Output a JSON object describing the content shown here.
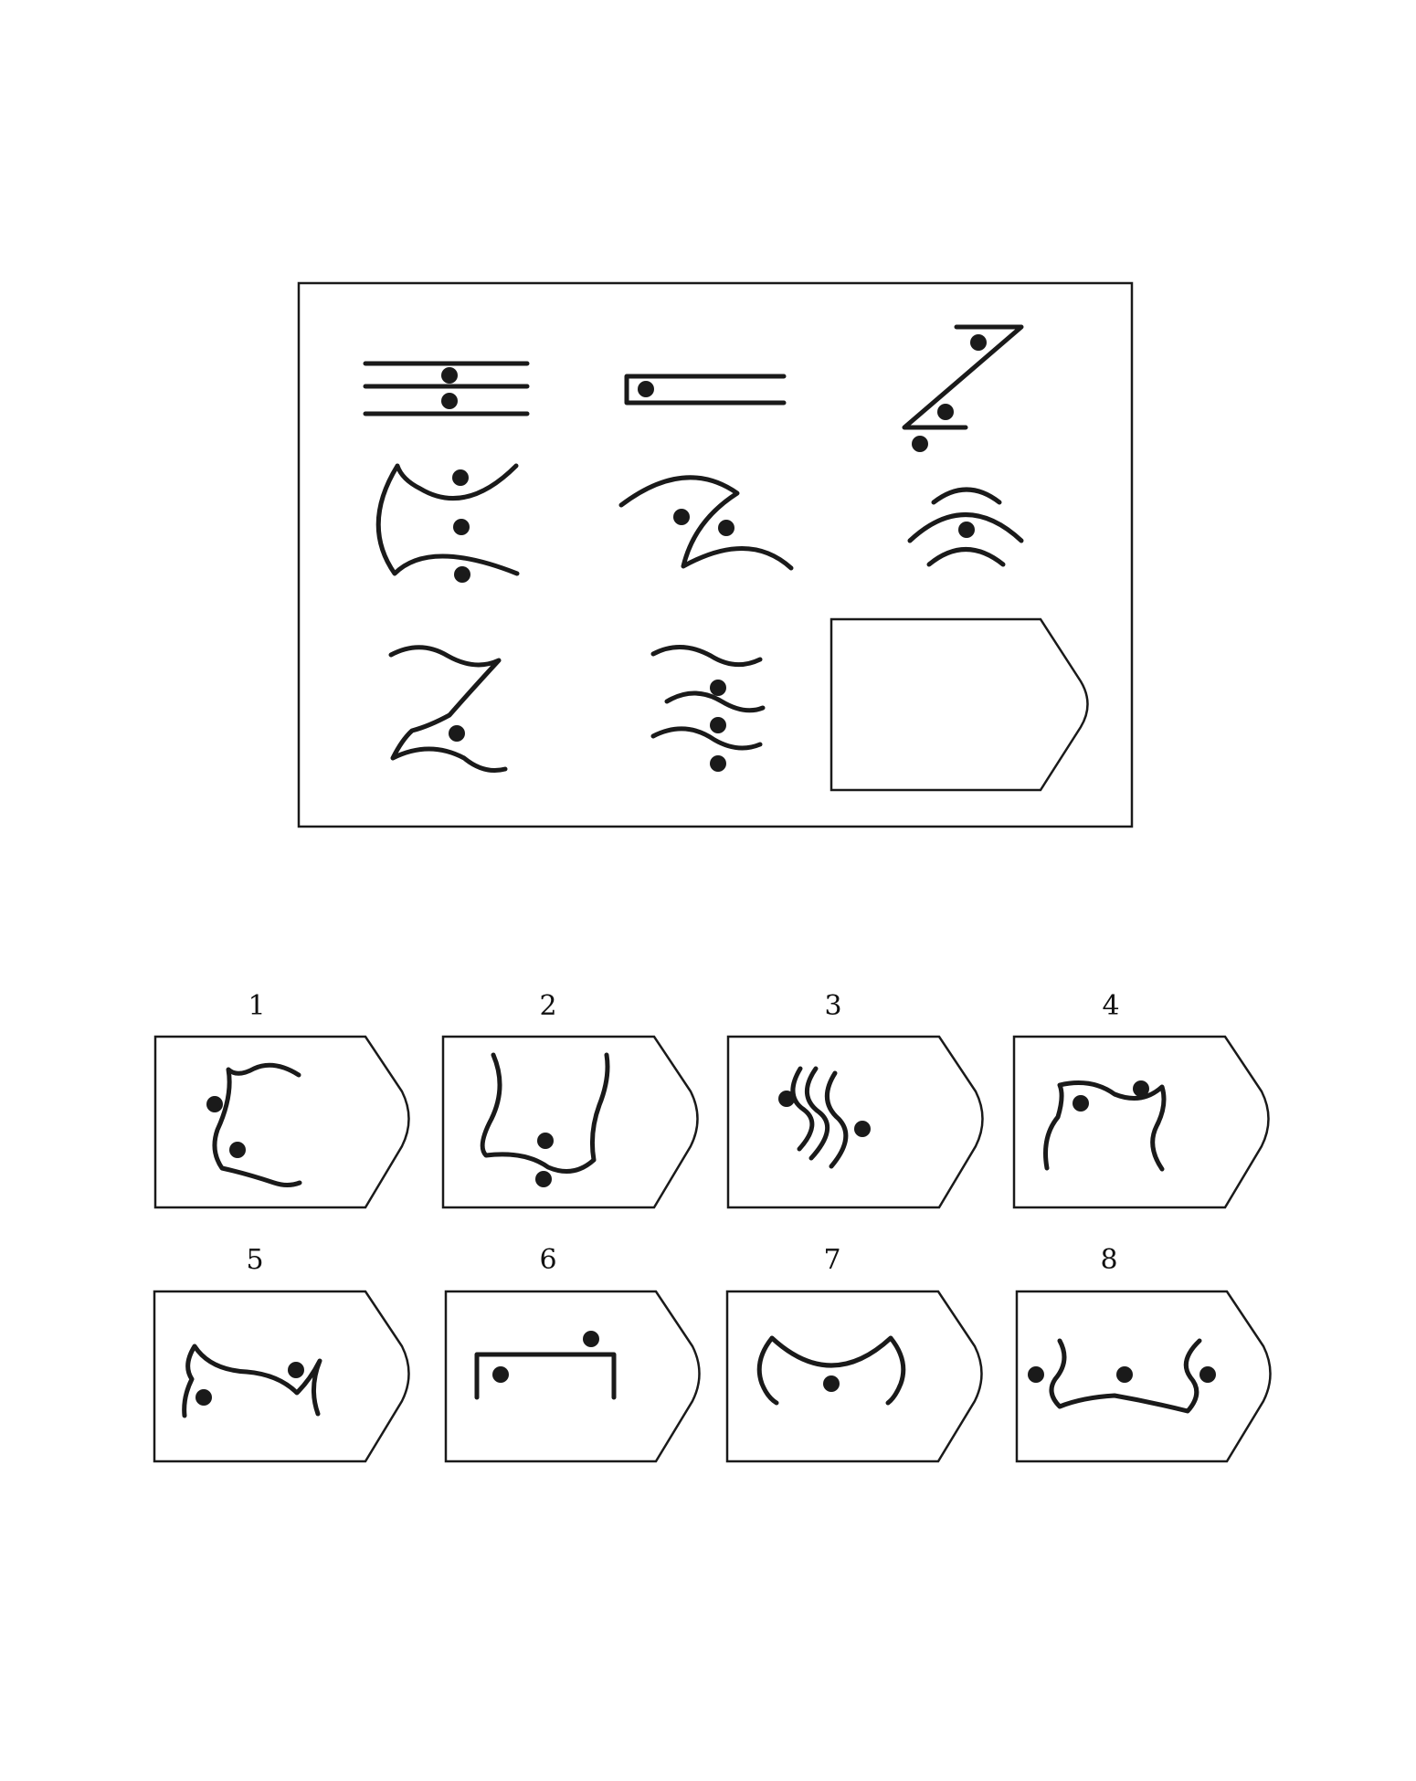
{
  "options": [
    {
      "label": "1"
    },
    {
      "label": "2"
    },
    {
      "label": "3"
    },
    {
      "label": "4"
    },
    {
      "label": "5"
    },
    {
      "label": "6"
    },
    {
      "label": "7"
    },
    {
      "label": "8"
    }
  ]
}
